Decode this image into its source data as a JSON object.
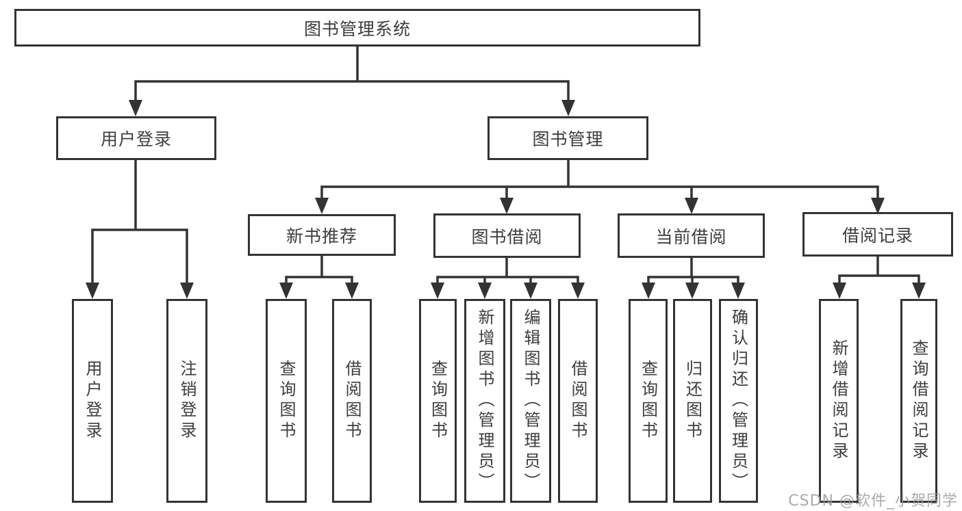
{
  "diagram": {
    "tree": {
      "label": "图书管理系统",
      "children": [
        {
          "label": "用户登录",
          "children": [
            {
              "label": "用户登录"
            },
            {
              "label": "注销登录"
            }
          ]
        },
        {
          "label": "图书管理",
          "children": [
            {
              "label": "新书推荐",
              "children": [
                {
                  "label": "查询图书"
                },
                {
                  "label": "借阅图书"
                }
              ]
            },
            {
              "label": "图书借阅",
              "children": [
                {
                  "label": "查询图书"
                },
                {
                  "label": "新增图书（管理员）"
                },
                {
                  "label": "编辑图书（管理员）"
                },
                {
                  "label": "借阅图书"
                }
              ]
            },
            {
              "label": "当前借阅",
              "children": [
                {
                  "label": "查询图书"
                },
                {
                  "label": "归还图书"
                },
                {
                  "label": "确认归还（管理员）"
                }
              ]
            },
            {
              "label": "借阅记录",
              "children": [
                {
                  "label": "新增借阅记录"
                },
                {
                  "label": "查询借阅记录"
                }
              ]
            }
          ]
        }
      ]
    },
    "colors": {
      "line": "#333333",
      "box_border": "#333333",
      "text": "#3d3d3d",
      "background": "#ffffff",
      "watermark": "#9b9b9b"
    }
  },
  "watermark": {
    "text": "CSDN @软件_小贺同学"
  }
}
